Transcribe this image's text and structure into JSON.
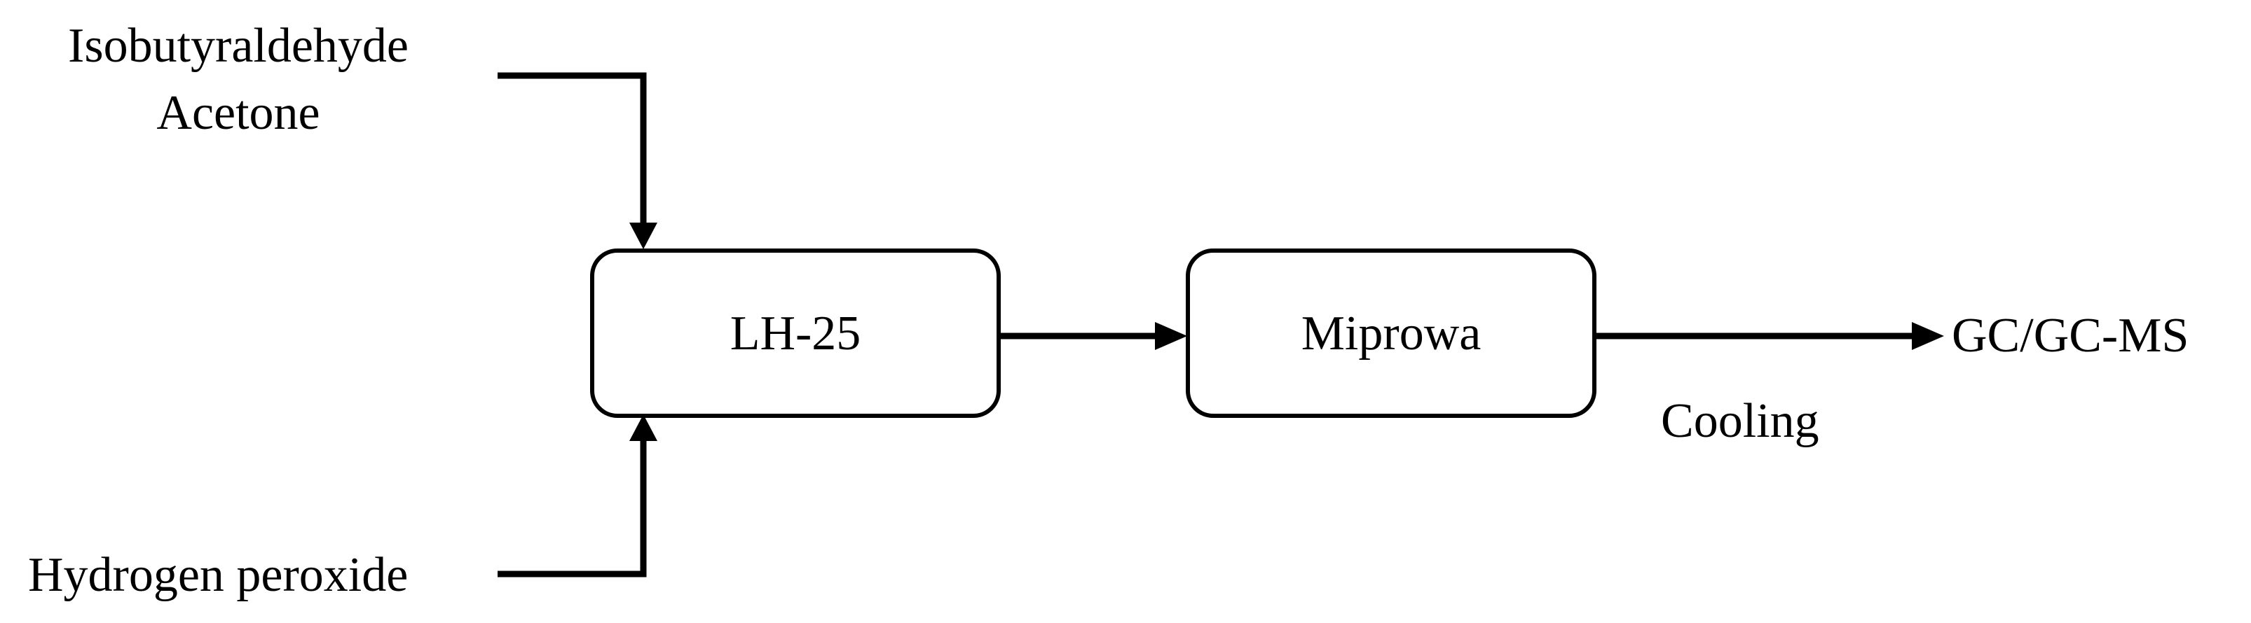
{
  "inputs": {
    "top_line1": "Isobutyraldehyde",
    "top_line2": "Acetone",
    "bottom": "Hydrogen peroxide"
  },
  "units": {
    "reactor": "LH-25",
    "microwave": "Miprowa"
  },
  "output": {
    "destination": "GC/GC-MS",
    "step": "Cooling"
  },
  "colors": {
    "stroke": "#000000",
    "background": "#ffffff"
  }
}
